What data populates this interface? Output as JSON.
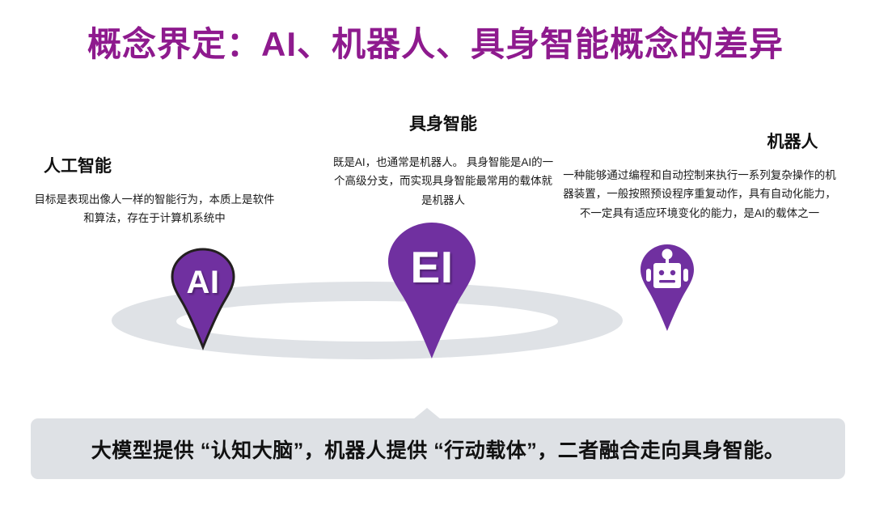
{
  "title": "概念界定：AI、机器人、具身智能概念的差异",
  "colors": {
    "title_purple": "#8e1a8e",
    "pin_purple": "#7030a0",
    "stage_gray": "#dfe2e6",
    "banner_gray": "#dee1e5",
    "body_text": "#1a1a1a"
  },
  "concepts": [
    {
      "key": "ai",
      "heading": "人工智能",
      "body": "目标是表现出像人一样的智能行为，本质上是软件和算法，存在于计算机系统中",
      "pin_label": "AI",
      "pin_icon": "map-pin-icon"
    },
    {
      "key": "ei",
      "heading": "具身智能",
      "body": "既是AI，也通常是机器人。 具身智能是AI的一个高级分支，而实现具身智能最常用的载体就是机器人",
      "pin_label": "EI",
      "pin_icon": "map-pin-icon"
    },
    {
      "key": "robot",
      "heading": "机器人",
      "body": "一种能够通过编程和自动控制来执行一系列复杂操作的机器装置，一般按照预设程序重复动作，具有自动化能力，不一定具有适应环境变化的能力，是AI的载体之一",
      "pin_label": "",
      "pin_icon": "robot-head-icon"
    }
  ],
  "banner": {
    "text": "大模型提供 “认知大脑”，机器人提供 “行动载体”，二者融合走向具身智能。"
  }
}
